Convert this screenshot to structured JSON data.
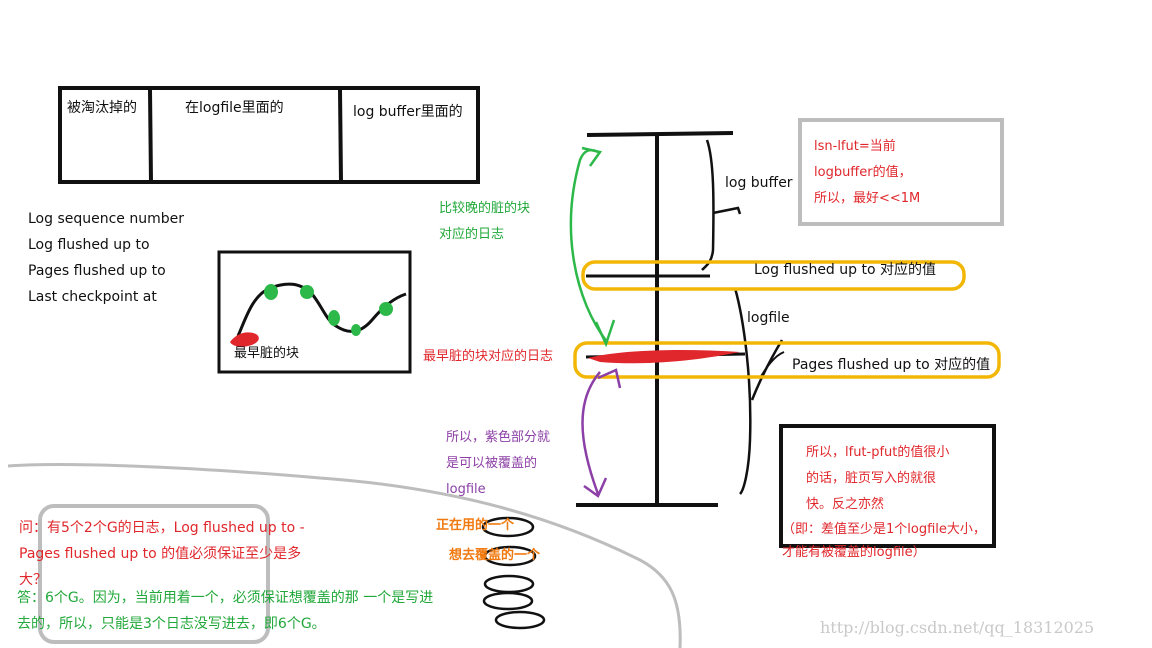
{
  "top_table": {
    "cells": [
      "被淘汰掉的",
      "在logfile里面的",
      "log buffer里面的"
    ]
  },
  "status_list": [
    "Log sequence number",
    "Log flushed up to",
    "Pages flushed up to",
    "Last checkpoint at"
  ],
  "curve_box": {
    "label": "最早脏的块"
  },
  "axis_labels": {
    "log_buffer": "log buffer",
    "logfile": "logfile",
    "log_flushed": "Log flushed up to  对应的值",
    "pages_flushed": "Pages flushed up to  对应的值"
  },
  "annotations": {
    "later_dirty": [
      "比较晚的脏的块",
      "对应的日志"
    ],
    "earliest_dirty_log": "最早脏的块对应的日志",
    "purple_note": [
      "所以，紫色部分就",
      "是可以被覆盖的",
      "logfile"
    ],
    "lsn_note": [
      "lsn-lfut=当前",
      "logbuffer的值，",
      "所以，最好<<1M"
    ],
    "lfut_note": [
      "所以，lfut-pfut的值很小",
      "的话，脏页写入的就很",
      "快。反之亦然"
    ],
    "lfut_note_extra": "（即：差值至少是1个logfile大小，才能有被覆盖的logfile）"
  },
  "question": {
    "q_lines": [
      "问：有5个2个G的日志，Log flushed up to -",
      "Pages flushed up to 的值必须保证至少是多",
      "大？"
    ],
    "a_lines": [
      "答：6个G。因为，当前用着一个，必须保证想覆盖的那 一个是写进",
      "去的，所以，只能是3个日志没写进去，即6个G。"
    ]
  },
  "ring_labels": [
    "正在用的一个",
    "想去覆盖的一个"
  ],
  "watermark": "http://blog.csdn.net/qq_18312025",
  "colors": {
    "red": "#e0272c",
    "green": "#22a83a",
    "purple": "#8c3fa6",
    "orange": "#f07a10",
    "yellow": "#f2b705",
    "gray": "#b8b8b8"
  }
}
